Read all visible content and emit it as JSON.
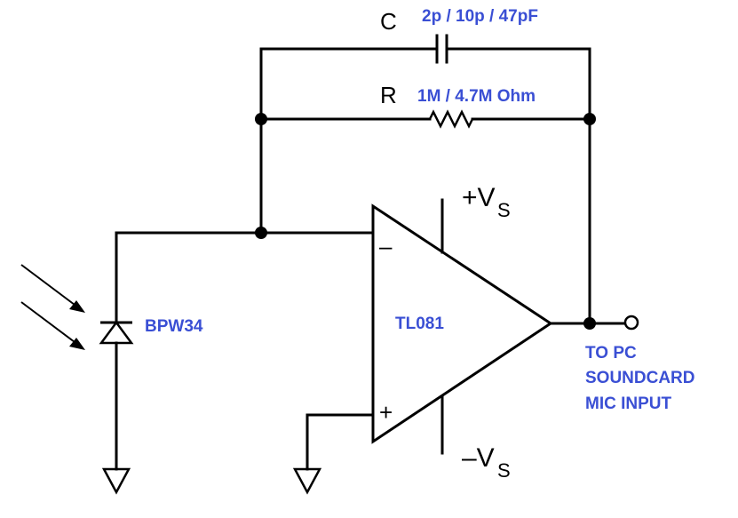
{
  "capacitor": {
    "label": "C",
    "value": "2p / 10p / 47pF"
  },
  "resistor": {
    "label": "R",
    "value": "1M / 4.7M Ohm"
  },
  "opamp": {
    "name": "TL081",
    "inverting": "–",
    "noninverting": "+"
  },
  "supply": {
    "pos_main": "+V",
    "pos_sub": "S",
    "neg_main": "–V",
    "neg_sub": "S"
  },
  "photodiode": {
    "name": "BPW34"
  },
  "output": {
    "line1": "TO PC",
    "line2": "SOUNDCARD",
    "line3": "MIC INPUT"
  }
}
